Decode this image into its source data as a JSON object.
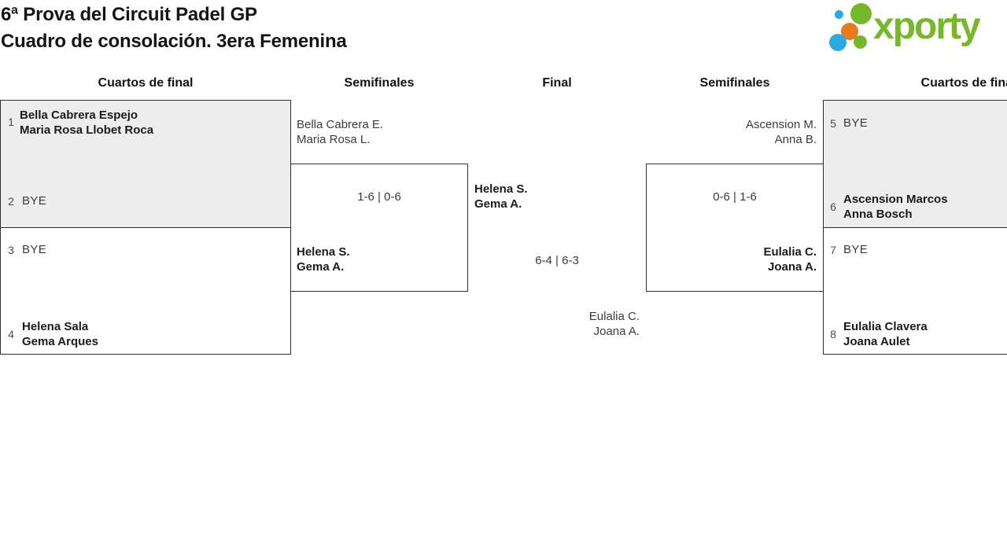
{
  "title": {
    "line1": "6ª Prova del Circuit Padel GP",
    "line2": "Cuadro de consolación. 3era Femenina"
  },
  "logo": {
    "text": "xporty"
  },
  "colors": {
    "logo_green": "#76b82a",
    "logo_blue": "#29abe2",
    "logo_orange": "#e8791d",
    "box_fill_gray": "#ededed",
    "box_border": "#2e2e2e"
  },
  "round_headers": [
    "Cuartos de final",
    "Semifinales",
    "Final",
    "Semifinales",
    "Cuartos de final"
  ],
  "matches": {
    "qf_left_top": {
      "seed_top": "1",
      "team_top_line1": "Bella Cabrera Espejo",
      "team_top_line2": "Maria Rosa Llobet Roca",
      "seed_bottom": "2",
      "team_bottom_line1": "BYE"
    },
    "qf_left_bottom": {
      "seed_top": "3",
      "team_top_line1": "BYE",
      "seed_bottom": "4",
      "team_bottom_line1": "Helena Sala",
      "team_bottom_line2": "Gema Arques"
    },
    "sf_left": {
      "team_top_line1": "Bella Cabrera E.",
      "team_top_line2": "Maria Rosa L.",
      "score": "1-6 | 0-6",
      "winner_line1": "Helena S.",
      "winner_line2": "Gema A."
    },
    "final": {
      "team_top_line1": "Helena S.",
      "team_top_line2": "Gema A.",
      "score": "6-4 | 6-3",
      "team_bottom_line1": "Eulalia C.",
      "team_bottom_line2": "Joana A."
    },
    "sf_right": {
      "team_top_line1": "Ascension M.",
      "team_top_line2": "Anna B.",
      "score": "0-6 | 1-6",
      "winner_line1": "Eulalia C.",
      "winner_line2": "Joana A."
    },
    "qf_right_top": {
      "seed_top": "5",
      "team_top_line1": "BYE",
      "seed_bottom": "6",
      "team_bottom_line1": "Ascension Marcos",
      "team_bottom_line2": "Anna Bosch"
    },
    "qf_right_bottom": {
      "seed_top": "7",
      "team_top_line1": "BYE",
      "seed_bottom": "8",
      "team_bottom_line1": "Eulalia Clavera",
      "team_bottom_line2": "Joana Aulet"
    }
  }
}
